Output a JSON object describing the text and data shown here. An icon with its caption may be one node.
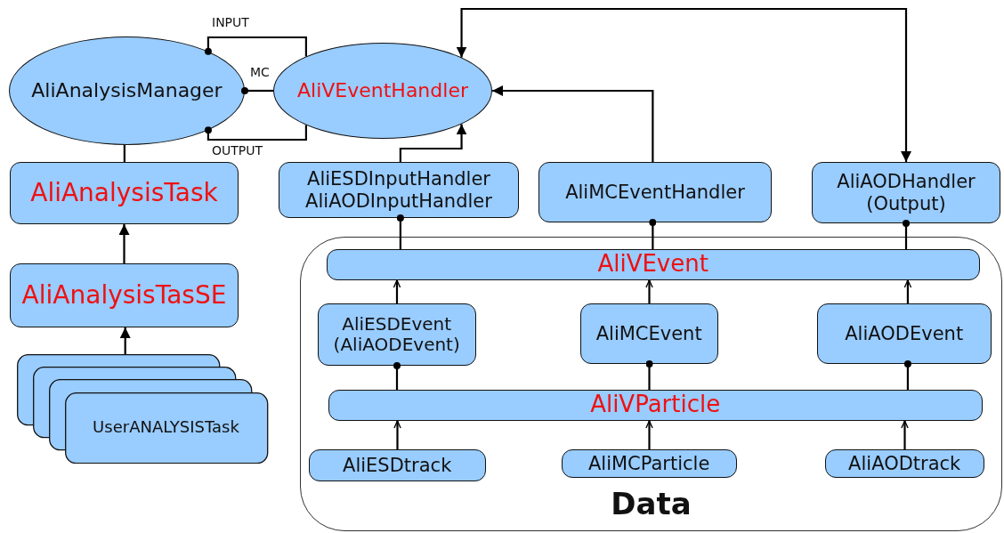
{
  "diagram": {
    "nodes": [
      {
        "text": [
          "AliAnalysisManager"
        ]
      },
      {
        "text": [
          "AliVEventHandler"
        ]
      },
      {
        "text": [
          "AliAnalysisTask"
        ]
      },
      {
        "text": [
          "AliAnalysisTasSE"
        ]
      },
      {
        "text": [
          "UserANALYSISTask"
        ]
      },
      {
        "text": [
          "AliESDInputHandler",
          "AliAODInputHandler"
        ]
      },
      {
        "text": [
          "AliMCEventHandler"
        ]
      },
      {
        "text": [
          "AliAODHandler (Output)"
        ]
      },
      {
        "text": [
          "Data"
        ]
      },
      {
        "text": [
          "AliVEvent"
        ],
        "in": 8
      },
      {
        "text": [
          "AliESDEvent (AliAODEvent)"
        ],
        "in": 8
      },
      {
        "text": [
          "AliMCEvent"
        ],
        "in": 8
      },
      {
        "text": [
          "AliAODEvent"
        ],
        "in": 8
      },
      {
        "text": [
          "AliVParticle"
        ],
        "in": 8
      },
      {
        "text": [
          "AliESDtrack"
        ],
        "in": 8
      },
      {
        "text": [
          "AliMCParticle"
        ],
        "in": 8
      },
      {
        "text": [
          "AliAODtrack"
        ],
        "in": 8
      }
    ],
    "edges": [
      {
        "from": 0,
        "to": 1,
        "arrow": "other",
        "label": "INPUT"
      },
      {
        "from": 0,
        "to": 1,
        "arrow": "other",
        "label": "MC"
      },
      {
        "from": 0,
        "to": 1,
        "arrow": "other",
        "label": "OUTPUT"
      },
      {
        "from": 0,
        "to": 2,
        "arrow": "none"
      },
      {
        "from": 3,
        "to": 2,
        "arrow": "to"
      },
      {
        "from": 4,
        "to": 3,
        "arrow": "to"
      },
      {
        "from": 5,
        "to": 1,
        "arrow": "to"
      },
      {
        "from": 6,
        "to": 1,
        "arrow": "to"
      },
      {
        "from": 1,
        "to": 7,
        "arrow": "both"
      },
      {
        "from": 5,
        "to": 9,
        "arrow": "other"
      },
      {
        "from": 6,
        "to": 9,
        "arrow": "other"
      },
      {
        "from": 7,
        "to": 9,
        "arrow": "other"
      },
      {
        "from": 10,
        "to": 9,
        "arrow": "to"
      },
      {
        "from": 11,
        "to": 9,
        "arrow": "to"
      },
      {
        "from": 12,
        "to": 9,
        "arrow": "to"
      },
      {
        "from": 10,
        "to": 13,
        "arrow": "other"
      },
      {
        "from": 11,
        "to": 13,
        "arrow": "other"
      },
      {
        "from": 12,
        "to": 13,
        "arrow": "other"
      },
      {
        "from": 14,
        "to": 13,
        "arrow": "to"
      },
      {
        "from": 15,
        "to": 13,
        "arrow": "to"
      },
      {
        "from": 16,
        "to": 13,
        "arrow": "to"
      }
    ]
  }
}
